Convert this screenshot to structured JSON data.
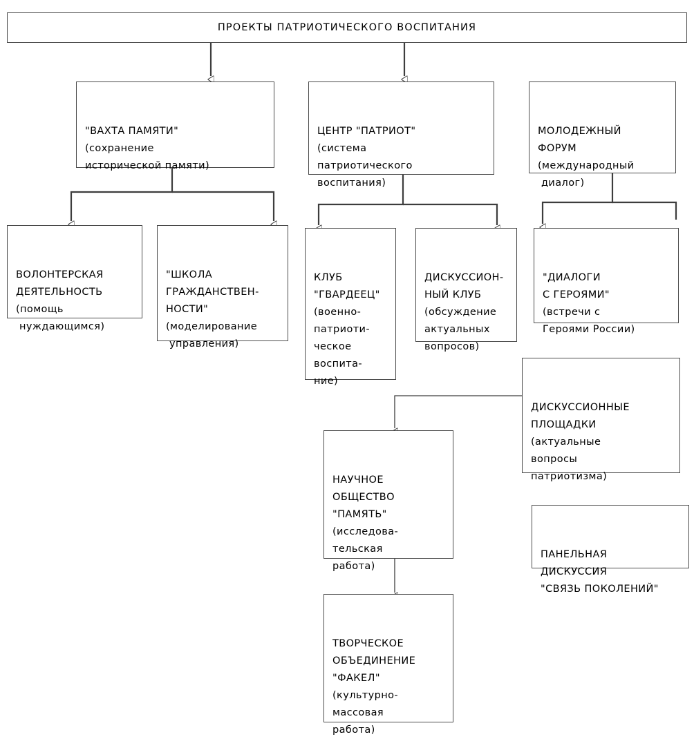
{
  "diagram": {
    "title": "ПРОЕКТЫ ПАТРИОТИЧЕСКОГО ВОСПИТАНИЯ",
    "type": "hierarchy-tree",
    "colors": {
      "background": "#ffffff",
      "box_border": "#4a4a4a",
      "connector": "#3d3d3d",
      "text": "#000000"
    },
    "nodes": {
      "root": {
        "id": "root",
        "label": "ПРОЕКТЫ ПАТРИОТИЧЕСКОГО ВОСПИТАНИЯ",
        "level": 0
      },
      "vahta": {
        "id": "vahta",
        "label": "\"ВАХТА ПАМЯТИ\"\n(сохранение\nисторической памяти)",
        "level": 1
      },
      "centr": {
        "id": "centr",
        "label": "ЦЕНТР \"ПАТРИОТ\"\n(система\nпатриотического\nвоспитания)",
        "level": 1
      },
      "forum": {
        "id": "forum",
        "label": "МОЛОДЕЖНЫЙ\nФОРУМ\n(международный\n диалог)",
        "level": 1
      },
      "volunteer": {
        "id": "volunteer",
        "label": "ВОЛОНТЕРСКАЯ\nДЕЯТЕЛЬНОСТЬ\n(помощь\n нуждающимся)",
        "level": 2
      },
      "school": {
        "id": "school",
        "label": "\"ШКОЛА\nГРАЖДАНСТВЕН-\nНОСТИ\"\n(моделирование\n управления)",
        "level": 2
      },
      "club": {
        "id": "club",
        "label": "КЛУБ\n\"ГВАРДЕЕЦ\"\n(военно-\nпатриоти-\nческое\nвоспита-\nние)",
        "level": 2
      },
      "discussion_club": {
        "id": "discussion_club",
        "label": "ДИСКУССИОН-\nНЫЙ КЛУБ\n(обсуждение\nактуальных\nвопросов)",
        "level": 2
      },
      "dialogs": {
        "id": "dialogs",
        "label": "\"ДИАЛОГИ\nС ГЕРОЯМИ\"\n(встречи с\nГероями России)",
        "level": 2
      },
      "platforms": {
        "id": "platforms",
        "label": "ДИСКУССИОННЫЕ\nПЛОЩАДКИ\n(актуальные\nвопросы\nпатриотизма)",
        "level": 3
      },
      "society": {
        "id": "society",
        "label": "НАУЧНОЕ\nОБЩЕСТВО\n\"ПАМЯТЬ\"\n(исследова-\nтельская\nработа)",
        "level": 3
      },
      "panel": {
        "id": "panel",
        "label": "ПАНЕЛЬНАЯ\nДИСКУССИЯ\n\"СВЯЗЬ ПОКОЛЕНИЙ\"",
        "level": 3
      },
      "creative": {
        "id": "creative",
        "label": "ТВОРЧЕСКОЕ\nОБЪЕДИНЕНИЕ\n\"ФАКЕЛ\"\n(культурно-\nмассовая\nработа)",
        "level": 4
      }
    },
    "edges": [
      {
        "from": "root",
        "to": "vahta",
        "arrow": true
      },
      {
        "from": "root",
        "to": "centr",
        "arrow": true
      },
      {
        "from": "vahta",
        "to": "volunteer",
        "arrow": true
      },
      {
        "from": "vahta",
        "to": "school",
        "arrow": true
      },
      {
        "from": "centr",
        "to": "club",
        "arrow": true
      },
      {
        "from": "centr",
        "to": "discussion_club",
        "arrow": true
      },
      {
        "from": "forum",
        "to": "dialogs",
        "arrow": true
      },
      {
        "from": "platforms",
        "to": "society",
        "arrow": true
      },
      {
        "from": "society",
        "to": "creative",
        "arrow": true
      }
    ]
  }
}
